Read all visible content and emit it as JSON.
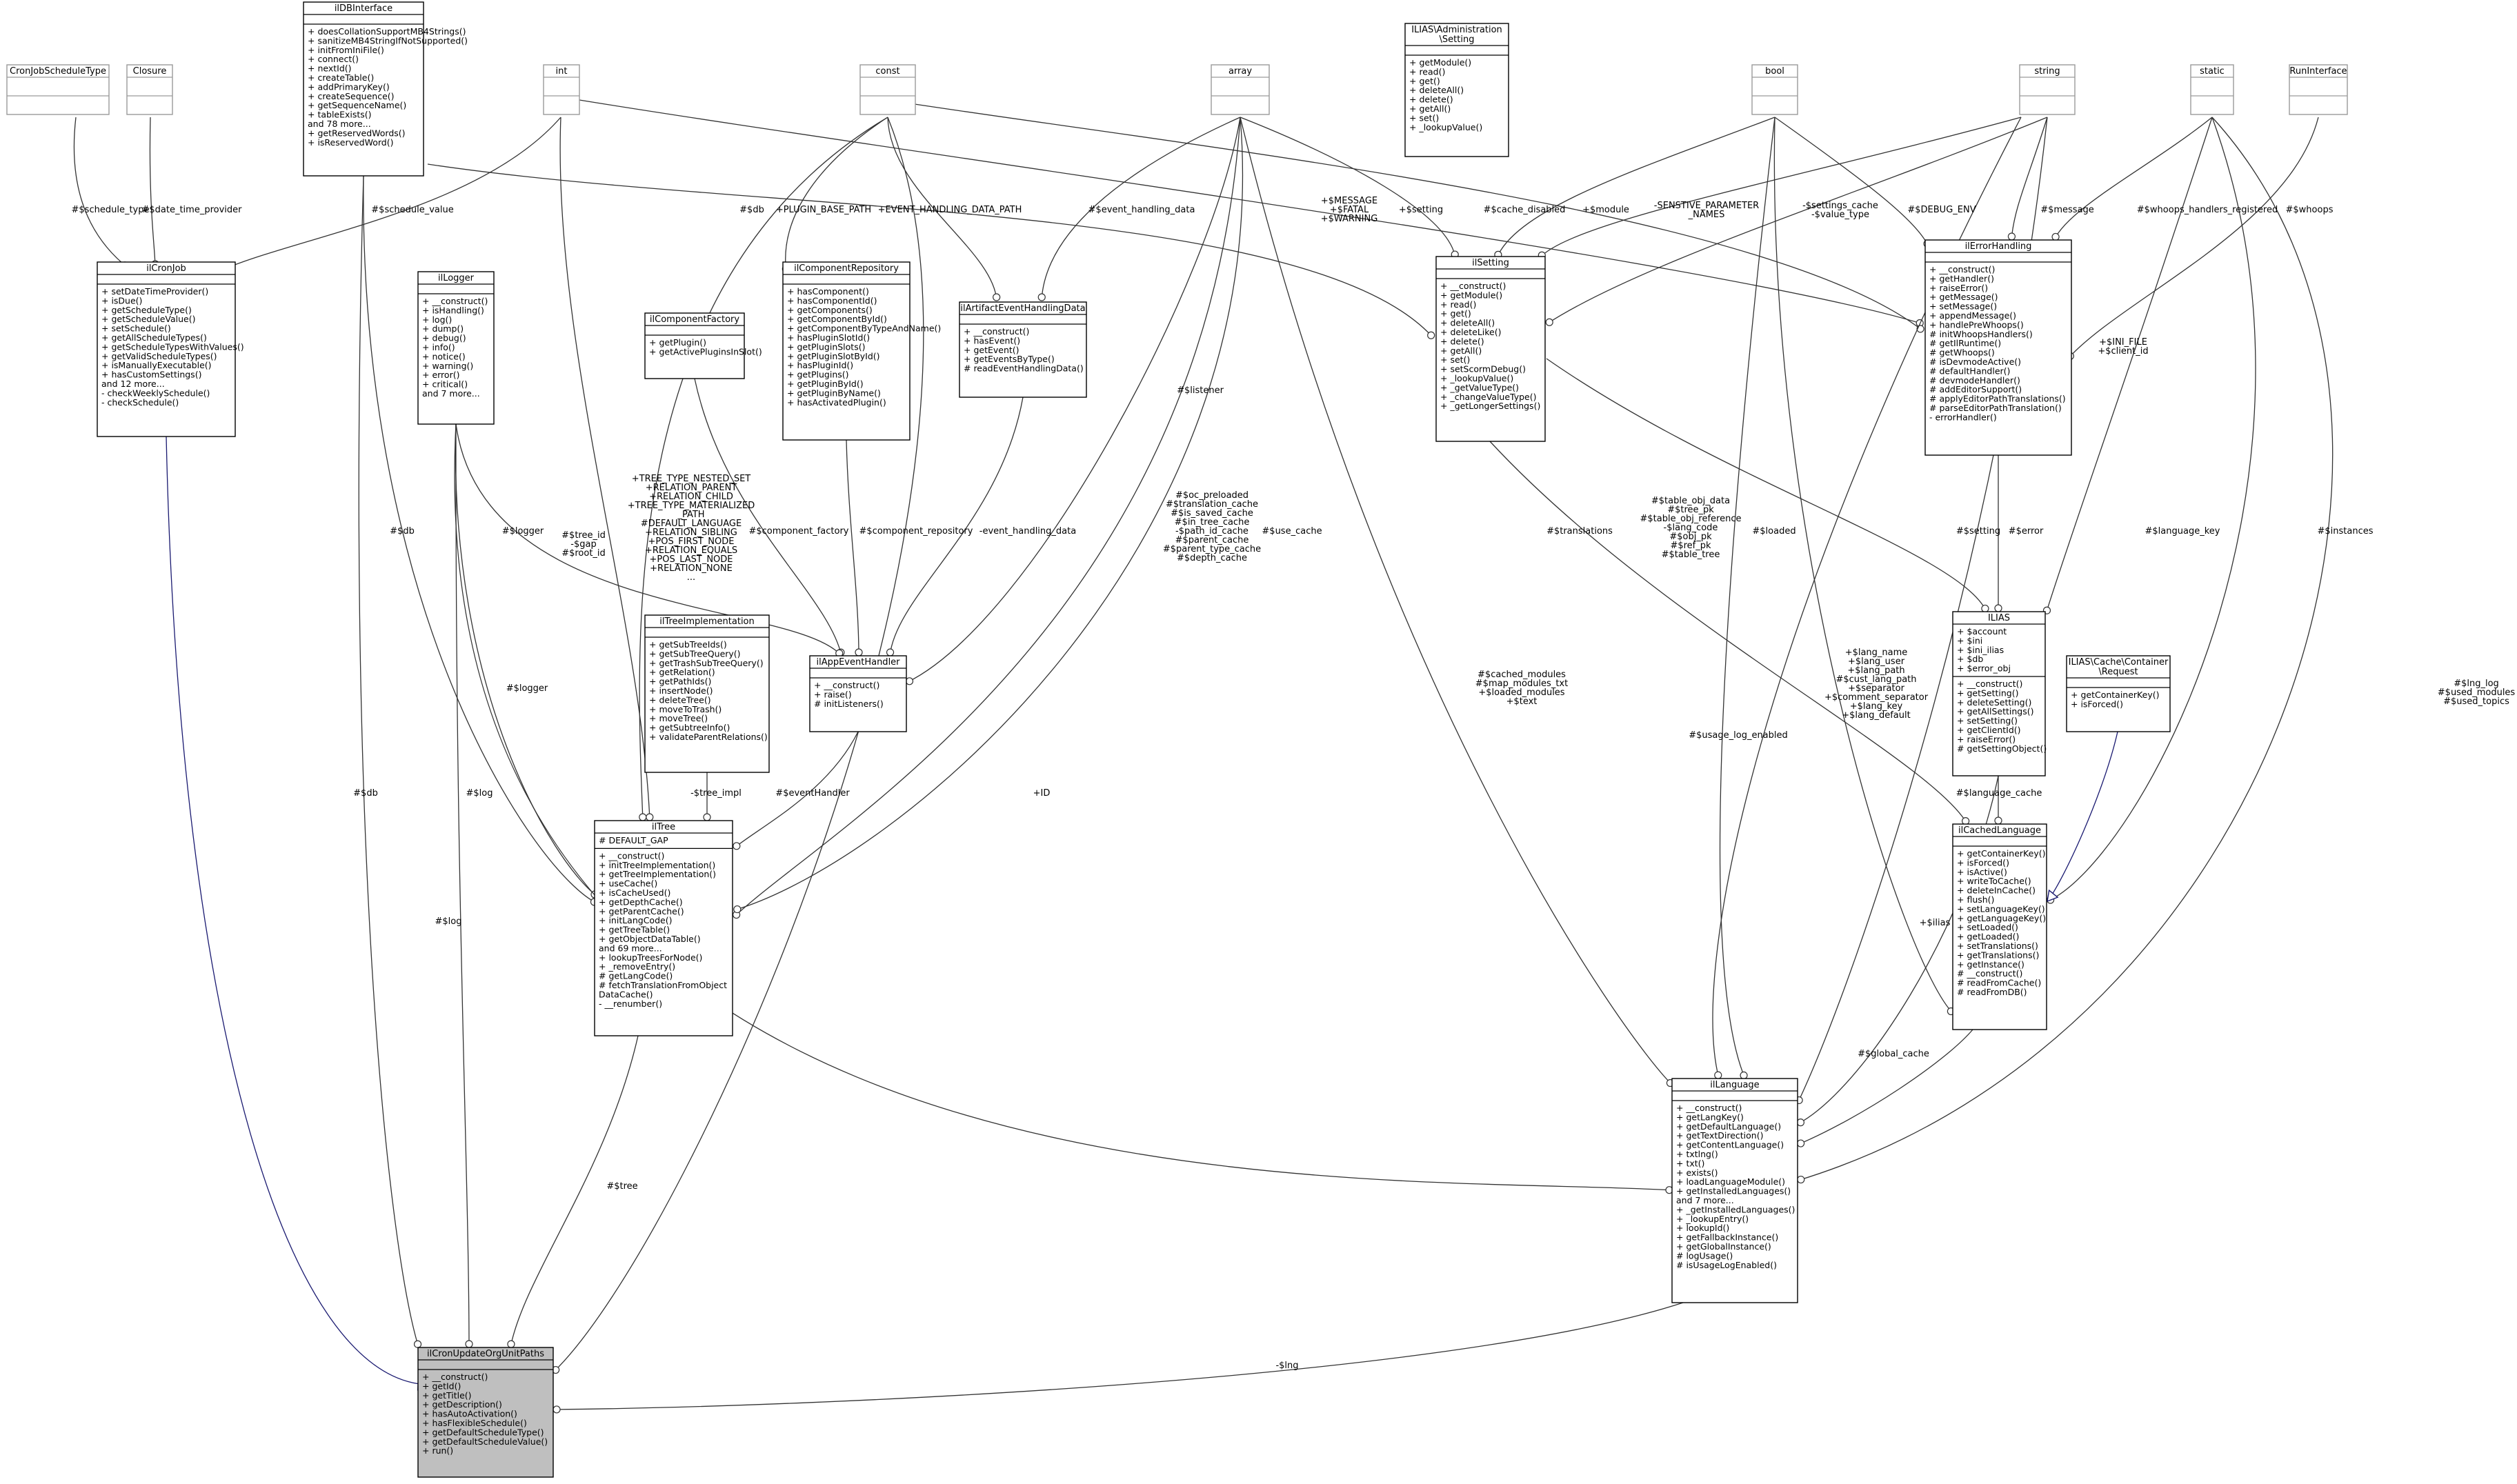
{
  "classes": [
    {
      "id": "CronJobScheduleType",
      "title": [
        "CronJobScheduleType"
      ],
      "attrs": [],
      "methods": [],
      "gray": true
    },
    {
      "id": "Closure",
      "title": [
        "Closure"
      ],
      "attrs": [],
      "methods": [],
      "gray": true
    },
    {
      "id": "ilDBInterface",
      "title": [
        "ilDBInterface"
      ],
      "attrs": [],
      "methods": [
        "+ doesCollationSupportMB4Strings()",
        "+ sanitizeMB4StringIfNotSupported()",
        "+ initFromIniFile()",
        "+ connect()",
        "+ nextId()",
        "+ createTable()",
        "+ addPrimaryKey()",
        "+ createSequence()",
        "+ getSequenceName()",
        "+ tableExists()",
        "and 78 more...",
        "+ getReservedWords()",
        "+ isReservedWord()"
      ]
    },
    {
      "id": "int",
      "title": [
        "int"
      ],
      "attrs": [],
      "methods": [],
      "gray": true
    },
    {
      "id": "const",
      "title": [
        "const"
      ],
      "attrs": [],
      "methods": [],
      "gray": true
    },
    {
      "id": "array",
      "title": [
        "array"
      ],
      "attrs": [],
      "methods": [],
      "gray": true
    },
    {
      "id": "ILIAS_Administration_Setting",
      "title": [
        "ILIAS\\Administration",
        "\\Setting"
      ],
      "attrs": [],
      "methods": [
        "+ getModule()",
        "+ read()",
        "+ get()",
        "+ deleteAll()",
        "+ delete()",
        "+ getAll()",
        "+ set()",
        "+ _lookupValue()"
      ]
    },
    {
      "id": "bool",
      "title": [
        "bool"
      ],
      "attrs": [],
      "methods": [],
      "gray": true
    },
    {
      "id": "string",
      "title": [
        "string"
      ],
      "attrs": [],
      "methods": [],
      "gray": true
    },
    {
      "id": "static",
      "title": [
        "static"
      ],
      "attrs": [],
      "methods": [],
      "gray": true
    },
    {
      "id": "RunInterface",
      "title": [
        "RunInterface"
      ],
      "attrs": [],
      "methods": [],
      "gray": true
    },
    {
      "id": "ilCronJob",
      "title": [
        "ilCronJob"
      ],
      "attrs": [],
      "methods": [
        "+ setDateTimeProvider()",
        "+ isDue()",
        "+ getScheduleType()",
        "+ getScheduleValue()",
        "+ setSchedule()",
        "+ getAllScheduleTypes()",
        "+ getScheduleTypesWithValues()",
        "+ getValidScheduleTypes()",
        "+ isManuallyExecutable()",
        "+ hasCustomSettings()",
        "and 12 more...",
        "- checkWeeklySchedule()",
        "- checkSchedule()"
      ]
    },
    {
      "id": "ilLogger",
      "title": [
        "ilLogger"
      ],
      "attrs": [],
      "methods": [
        "+ __construct()",
        "+ isHandling()",
        "+ log()",
        "+ dump()",
        "+ debug()",
        "+ info()",
        "+ notice()",
        "+ warning()",
        "+ error()",
        "+ critical()",
        "and 7 more..."
      ]
    },
    {
      "id": "ilComponentFactory",
      "title": [
        "ilComponentFactory"
      ],
      "attrs": [],
      "methods": [
        "+ getPlugin()",
        "+ getActivePluginsInSlot()"
      ]
    },
    {
      "id": "ilComponentRepository",
      "title": [
        "ilComponentRepository"
      ],
      "attrs": [],
      "methods": [
        "+ hasComponent()",
        "+ hasComponentId()",
        "+ getComponents()",
        "+ getComponentById()",
        "+ getComponentByTypeAndName()",
        "+ hasPluginSlotId()",
        "+ getPluginSlots()",
        "+ getPluginSlotById()",
        "+ hasPluginId()",
        "+ getPlugins()",
        "+ getPluginById()",
        "+ getPluginByName()",
        "+ hasActivatedPlugin()"
      ]
    },
    {
      "id": "ilArtifactEventHandlingData",
      "title": [
        "ilArtifactEventHandlingData"
      ],
      "attrs": [],
      "methods": [
        "+ __construct()",
        "+ hasEvent()",
        "+ getEvent()",
        "+ getEventsByType()",
        "# readEventHandlingData()"
      ]
    },
    {
      "id": "ilSetting",
      "title": [
        "ilSetting"
      ],
      "attrs": [],
      "methods": [
        "+ __construct()",
        "+ getModule()",
        "+ read()",
        "+ get()",
        "+ deleteAll()",
        "+ deleteLike()",
        "+ delete()",
        "+ getAll()",
        "+ set()",
        "+ setScormDebug()",
        "+ _lookupValue()",
        "+ _getValueType()",
        "+ _changeValueType()",
        "+ _getLongerSettings()"
      ]
    },
    {
      "id": "ilErrorHandling",
      "title": [
        "ilErrorHandling"
      ],
      "attrs": [],
      "methods": [
        "+ __construct()",
        "+ getHandler()",
        "+ raiseError()",
        "+ getMessage()",
        "+ setMessage()",
        "+ appendMessage()",
        "+ handlePreWhoops()",
        "# initWhoopsHandlers()",
        "# getIlRuntime()",
        "# getWhoops()",
        "# isDevmodeActive()",
        "# defaultHandler()",
        "# devmodeHandler()",
        "# addEditorSupport()",
        "# applyEditorPathTranslations()",
        "# parseEditorPathTranslation()",
        "- errorHandler()"
      ]
    },
    {
      "id": "ilTreeImplementation",
      "title": [
        "ilTreeImplementation"
      ],
      "attrs": [],
      "methods": [
        "+ getSubTreeIds()",
        "+ getSubTreeQuery()",
        "+ getTrashSubTreeQuery()",
        "+ getRelation()",
        "+ getPathIds()",
        "+ insertNode()",
        "+ deleteTree()",
        "+ moveToTrash()",
        "+ moveTree()",
        "+ getSubtreeInfo()",
        "+ validateParentRelations()"
      ]
    },
    {
      "id": "ilAppEventHandler",
      "title": [
        "ilAppEventHandler"
      ],
      "attrs": [],
      "methods": [
        "+ __construct()",
        "+ raise()",
        "# initListeners()"
      ]
    },
    {
      "id": "ILIAS",
      "title": [
        "ILIAS"
      ],
      "attrs": [
        "+ $account",
        "+ $ini",
        "+ $ini_ilias",
        "+ $db",
        "+ $error_obj"
      ],
      "methods": [
        "+ __construct()",
        "+ getSetting()",
        "+ deleteSetting()",
        "+ getAllSettings()",
        "+ setSetting()",
        "+ getClientId()",
        "+ raiseError()",
        "# getSettingObject()"
      ]
    },
    {
      "id": "ILIAS_Cache_Container_Request",
      "title": [
        "ILIAS\\Cache\\Container",
        "\\Request"
      ],
      "attrs": [],
      "methods": [
        "+ getContainerKey()",
        "+ isForced()"
      ]
    },
    {
      "id": "ilTree",
      "title": [
        "ilTree"
      ],
      "attrs": [
        "# DEFAULT_GAP"
      ],
      "methods": [
        "+ __construct()",
        "+ initTreeImplementation()",
        "+ getTreeImplementation()",
        "+ useCache()",
        "+ isCacheUsed()",
        "+ getDepthCache()",
        "+ getParentCache()",
        "+ initLangCode()",
        "+ getTreeTable()",
        "+ getObjectDataTable()",
        "and 69 more...",
        "+ lookupTreesForNode()",
        "+ _removeEntry()",
        "# getLangCode()",
        "# fetchTranslationFromObject",
        "DataCache()",
        "- __renumber()"
      ]
    },
    {
      "id": "ilCachedLanguage",
      "title": [
        "ilCachedLanguage"
      ],
      "attrs": [],
      "methods": [
        "+ getContainerKey()",
        "+ isForced()",
        "+ isActive()",
        "+ writeToCache()",
        "+ deleteInCache()",
        "+ flush()",
        "+ setLanguageKey()",
        "+ getLanguageKey()",
        "+ setLoaded()",
        "+ getLoaded()",
        "+ setTranslations()",
        "+ getTranslations()",
        "+ getInstance()",
        "# __construct()",
        "# readFromCache()",
        "# readFromDB()"
      ]
    },
    {
      "id": "ilLanguage",
      "title": [
        "ilLanguage"
      ],
      "attrs": [],
      "methods": [
        "+ __construct()",
        "+ getLangKey()",
        "+ getDefaultLanguage()",
        "+ getTextDirection()",
        "+ getContentLanguage()",
        "+ txtlng()",
        "+ txt()",
        "+ exists()",
        "+ loadLanguageModule()",
        "+ getInstalledLanguages()",
        "and 7 more...",
        "+ _getInstalledLanguages()",
        "+ _lookupEntry()",
        "+ lookupId()",
        "+ getFallbackInstance()",
        "+ getGlobalInstance()",
        "# logUsage()",
        "# isUsageLogEnabled()"
      ]
    },
    {
      "id": "ilCronUpdateOrgUnitPaths",
      "title": [
        "ilCronUpdateOrgUnitPaths"
      ],
      "attrs": [],
      "methods": [
        "+ __construct()",
        "+ getId()",
        "+ getTitle()",
        "+ getDescription()",
        "+ hasAutoActivation()",
        "+ hasFlexibleSchedule()",
        "+ getDefaultScheduleType()",
        "+ getDefaultScheduleValue()",
        "+ run()"
      ],
      "focus": true
    }
  ],
  "edge_labels": [
    {
      "id": "l_schedule_type",
      "lines": [
        "#$schedule_type"
      ]
    },
    {
      "id": "l_date_time_provider",
      "lines": [
        "#$date_time_provider"
      ]
    },
    {
      "id": "l_schedule_value",
      "lines": [
        "#$schedule_value"
      ]
    },
    {
      "id": "l_db_setting",
      "lines": [
        "#$db"
      ]
    },
    {
      "id": "l_plugin_base_path",
      "lines": [
        "+PLUGIN_BASE_PATH"
      ]
    },
    {
      "id": "l_event_handling_data_path",
      "lines": [
        "+EVENT_HANDLING_DATA_PATH"
      ]
    },
    {
      "id": "l_event_handling_data",
      "lines": [
        "#$event_handling_data"
      ]
    },
    {
      "id": "l_message_fatal_warning",
      "lines": [
        "+$MESSAGE",
        "+$FATAL",
        "+$WARNING"
      ]
    },
    {
      "id": "l_setting",
      "lines": [
        "+$setting"
      ]
    },
    {
      "id": "l_cache_disabled",
      "lines": [
        "#$cache_disabled"
      ]
    },
    {
      "id": "l_module",
      "lines": [
        "+$module"
      ]
    },
    {
      "id": "l_sensitive",
      "lines": [
        "-SENSTIVE_PARAMETER",
        "_NAMES"
      ]
    },
    {
      "id": "l_settings_cache",
      "lines": [
        "-$settings_cache",
        "-$value_type"
      ]
    },
    {
      "id": "l_debug_env",
      "lines": [
        "#$DEBUG_ENV"
      ]
    },
    {
      "id": "l_message",
      "lines": [
        "#$message"
      ]
    },
    {
      "id": "l_whoops_registered",
      "lines": [
        "#$whoops_handlers_registered"
      ]
    },
    {
      "id": "l_whoops",
      "lines": [
        "#$whoops"
      ]
    },
    {
      "id": "l_ini_file",
      "lines": [
        "+$INI_FILE",
        "+$client_id"
      ]
    },
    {
      "id": "l_listener",
      "lines": [
        "#$listener"
      ]
    },
    {
      "id": "l_tree_constants",
      "lines": [
        "+TREE_TYPE_NESTED_SET",
        "+RELATION_PARENT",
        "+RELATION_CHILD",
        "+TREE_TYPE_MATERIALIZED",
        "_PATH",
        "#DEFAULT_LANGUAGE",
        "+RELATION_SIBLING",
        "+POS_FIRST_NODE",
        "+RELATION_EQUALS",
        "+POS_LAST_NODE",
        "+RELATION_NONE",
        "..."
      ]
    },
    {
      "id": "l_tree_id",
      "lines": [
        "#$tree_id",
        "-$gap",
        "#$root_id"
      ]
    },
    {
      "id": "l_logger1",
      "lines": [
        "#$logger"
      ]
    },
    {
      "id": "l_component_factory",
      "lines": [
        "#$component_factory"
      ]
    },
    {
      "id": "l_component_repository",
      "lines": [
        "#$component_repository"
      ]
    },
    {
      "id": "l_event_handling_data_minus",
      "lines": [
        "-event_handling_data"
      ]
    },
    {
      "id": "l_oc_preloaded",
      "lines": [
        "#$oc_preloaded",
        "#$translation_cache",
        "#$is_saved_cache",
        "#$in_tree_cache",
        "-$path_id_cache",
        "#$parent_cache",
        "#$parent_type_cache",
        "#$depth_cache"
      ]
    },
    {
      "id": "l_use_cache",
      "lines": [
        "#$use_cache"
      ]
    },
    {
      "id": "l_table_obj_data",
      "lines": [
        "#$table_obj_data",
        "#$tree_pk",
        "#$table_obj_reference",
        "-$lang_code",
        "#$obj_pk",
        "#$ref_pk",
        "#$table_tree"
      ]
    },
    {
      "id": "l_translations",
      "lines": [
        "#$translations"
      ]
    },
    {
      "id": "l_loaded",
      "lines": [
        "#$loaded"
      ]
    },
    {
      "id": "l_setting_ilias",
      "lines": [
        "#$setting"
      ]
    },
    {
      "id": "l_error",
      "lines": [
        "#$error"
      ]
    },
    {
      "id": "l_language_key",
      "lines": [
        "#$language_key"
      ]
    },
    {
      "id": "l_instances",
      "lines": [
        "#$instances"
      ]
    },
    {
      "id": "l_db_tree",
      "lines": [
        "#$db"
      ]
    },
    {
      "id": "l_logger2",
      "lines": [
        "#$logger"
      ]
    },
    {
      "id": "l_log1",
      "lines": [
        "#$log"
      ]
    },
    {
      "id": "l_log2",
      "lines": [
        "#$log"
      ]
    },
    {
      "id": "l_db_cron",
      "lines": [
        "#$db"
      ]
    },
    {
      "id": "l_tree_impl",
      "lines": [
        "-$tree_impl"
      ]
    },
    {
      "id": "l_event_handler",
      "lines": [
        "#$eventHandler"
      ]
    },
    {
      "id": "l_id",
      "lines": [
        "+ID"
      ]
    },
    {
      "id": "l_cached_modules",
      "lines": [
        "#$cached_modules",
        "#$map_modules_txt",
        "+$loaded_modules",
        "+$text"
      ]
    },
    {
      "id": "l_usage_log_enabled",
      "lines": [
        "#$usage_log_enabled"
      ]
    },
    {
      "id": "l_lang_name",
      "lines": [
        "+$lang_name",
        "+$lang_user",
        "+$lang_path",
        "#$cust_lang_path",
        "+$separator",
        "+$comment_separator",
        "+$lang_key",
        "+$lang_default"
      ]
    },
    {
      "id": "l_language_cache",
      "lines": [
        "#$language_cache"
      ]
    },
    {
      "id": "l_lng_log",
      "lines": [
        "#$lng_log",
        "#$used_modules",
        "#$used_topics"
      ]
    },
    {
      "id": "l_ilias",
      "lines": [
        "+$ilias"
      ]
    },
    {
      "id": "l_global_cache",
      "lines": [
        "#$global_cache"
      ]
    },
    {
      "id": "l_tree",
      "lines": [
        "#$tree"
      ]
    },
    {
      "id": "l_lng",
      "lines": [
        "-$lng"
      ]
    }
  ]
}
